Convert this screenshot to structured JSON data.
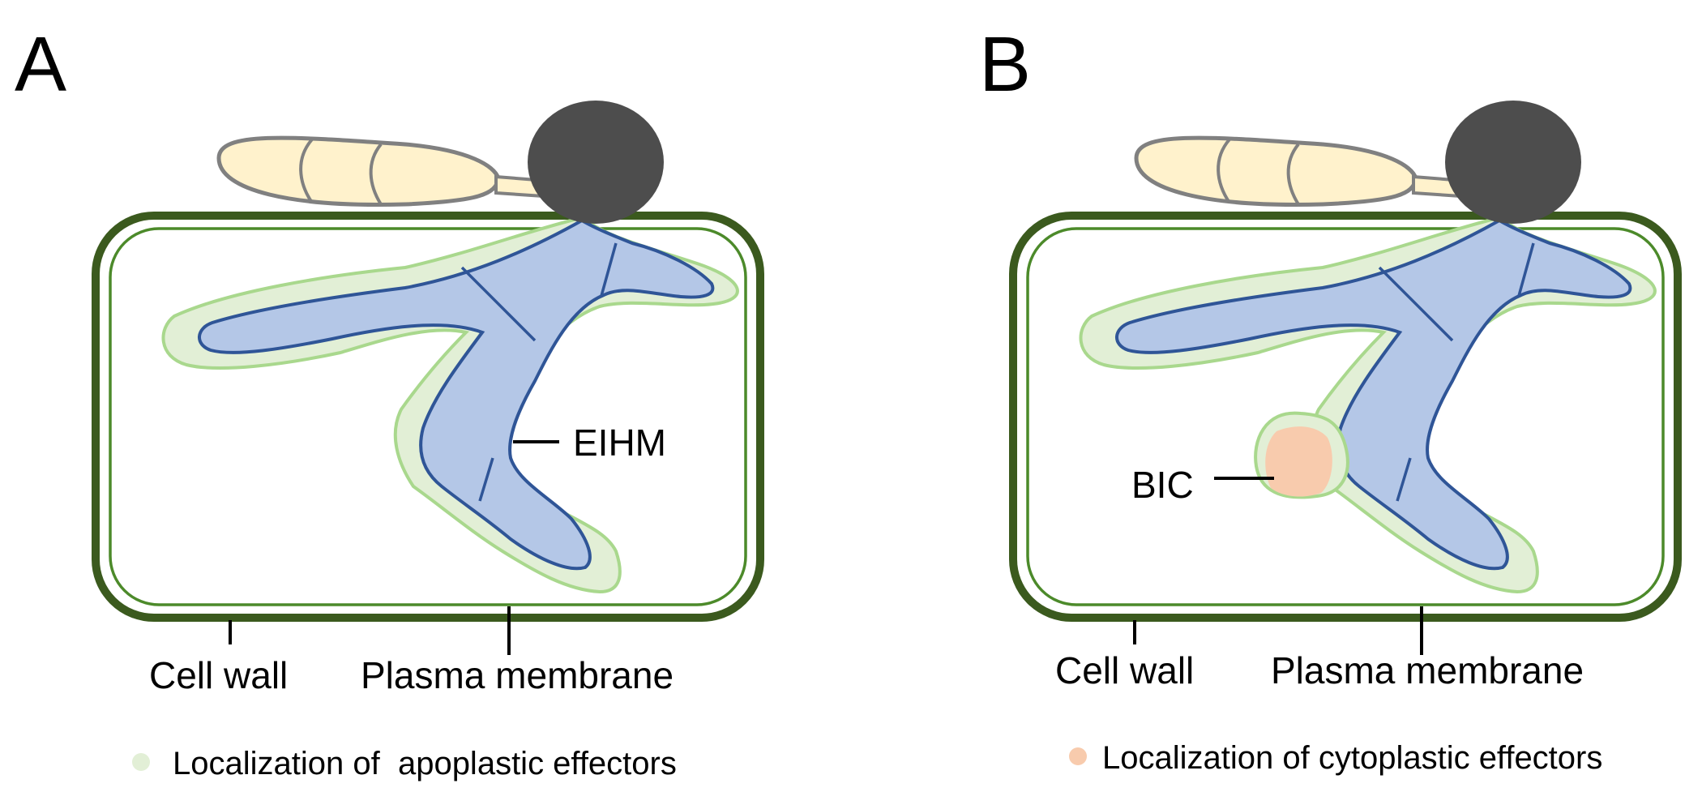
{
  "panels": [
    {
      "letter": "A",
      "labels": {
        "cell_wall": "Cell wall",
        "plasma_membrane": "Plasma membrane",
        "eihm": "EIHM"
      },
      "legend": "Localization of  apoplastic effectors"
    },
    {
      "letter": "B",
      "labels": {
        "cell_wall": "Cell wall",
        "plasma_membrane": "Plasma membrane",
        "bic": "BIC"
      },
      "legend": "Localization of cytoplastic effectors"
    }
  ],
  "colors": {
    "cell_wall": "#3b5a1e",
    "plasma_membrane": "#4c8a2a",
    "apoplastic_effectors": "#e2efd6",
    "apoplastic_border": "#a9d88d",
    "hypha_fill": "#b4c7e7",
    "hypha_stroke": "#2f5597",
    "conidium_fill": "#fff2cc",
    "conidium_stroke": "#808080",
    "appressorium": "#4d4d4d",
    "bic": "#f8cbad"
  }
}
